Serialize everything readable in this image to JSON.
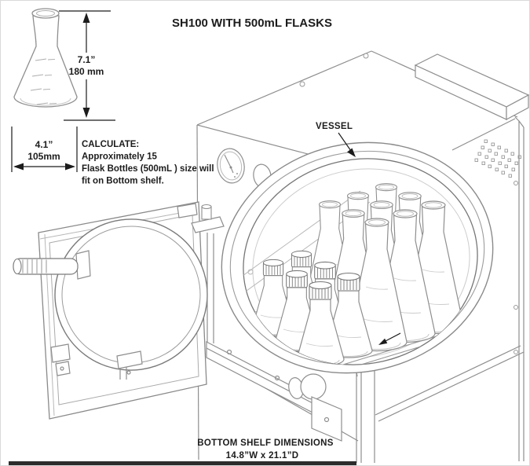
{
  "figure_title": "SH100 WITH 500mL FLASKS",
  "flask_figure": {
    "height_in": "7.1”",
    "height_mm": "180 mm",
    "width_in": "4.1”",
    "width_mm": "105mm"
  },
  "calculate_note": {
    "heading": "CALCULATE:",
    "lines": [
      "Approximately 15",
      "Flask Bottles (500mL ) size will",
      "fit on Bottom shelf."
    ]
  },
  "vessel_label": "VESSEL",
  "bottom_shelf": {
    "heading": "BOTTOM SHELF DIMENSIONS",
    "value": "14.8”W x 21.1”D"
  },
  "colors": {
    "line": "#8e8e8e",
    "dark_line": "#6a6a6a",
    "text": "#1c1c1c",
    "background": "#ffffff",
    "floor_bar": "#2c2c2c"
  }
}
